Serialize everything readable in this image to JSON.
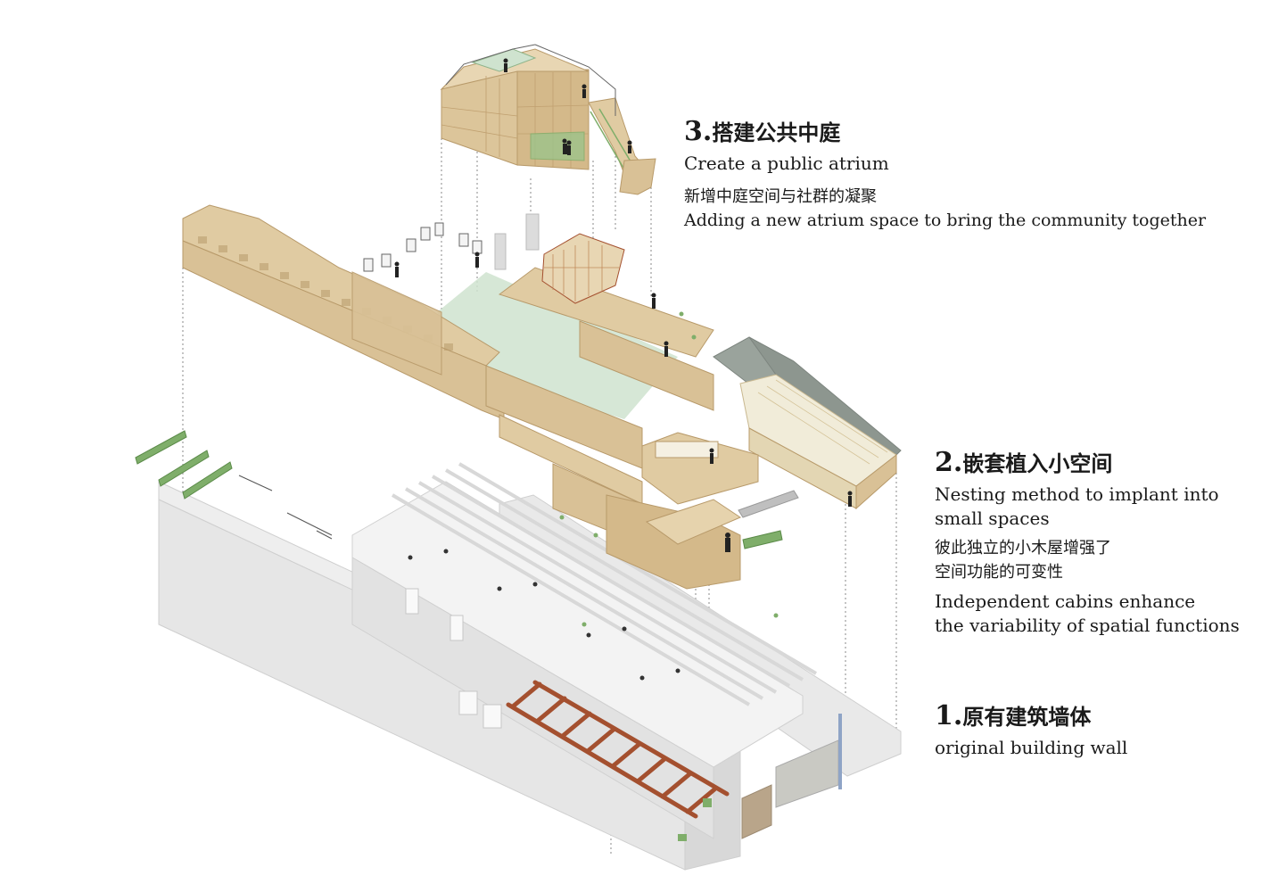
{
  "colors": {
    "wood": "#d9c196",
    "wood_dark": "#b89a6a",
    "wall": "#e4e4e4",
    "wall_dark": "#c8c8c8",
    "green_floor": "#cfe3cf",
    "green_accent": "#7fae6a",
    "rust_beams": "#a4502f",
    "roof_glass": "#f1ecd9",
    "roof_stone": "#9aa39c",
    "blue_pipe": "#8fa4c6",
    "dash": "#888888"
  },
  "icons": [
    "person-figure-icon",
    "picture-frame-icon",
    "plant-icon",
    "pendant-lamp-icon"
  ],
  "layers": {
    "layer3": {
      "num": "3.",
      "title_cn": "搭建公共中庭",
      "title_en": "Create a public atrium",
      "desc_cn": "新增中庭空间与社群的凝聚",
      "desc_en": "Adding a new atrium space to bring the community together"
    },
    "layer2": {
      "num": "2.",
      "title_cn": "嵌套植入小空间",
      "title_en_1": "Nesting method to implant into",
      "title_en_2": "small spaces",
      "desc_cn_1": "彼此独立的小木屋增强了",
      "desc_cn_2": "空间功能的可变性",
      "desc_en_1": "Independent cabins enhance",
      "desc_en_2": "the variability of spatial functions"
    },
    "layer1": {
      "num": "1.",
      "title_cn": "原有建筑墙体",
      "title_en": "original building wall"
    }
  }
}
